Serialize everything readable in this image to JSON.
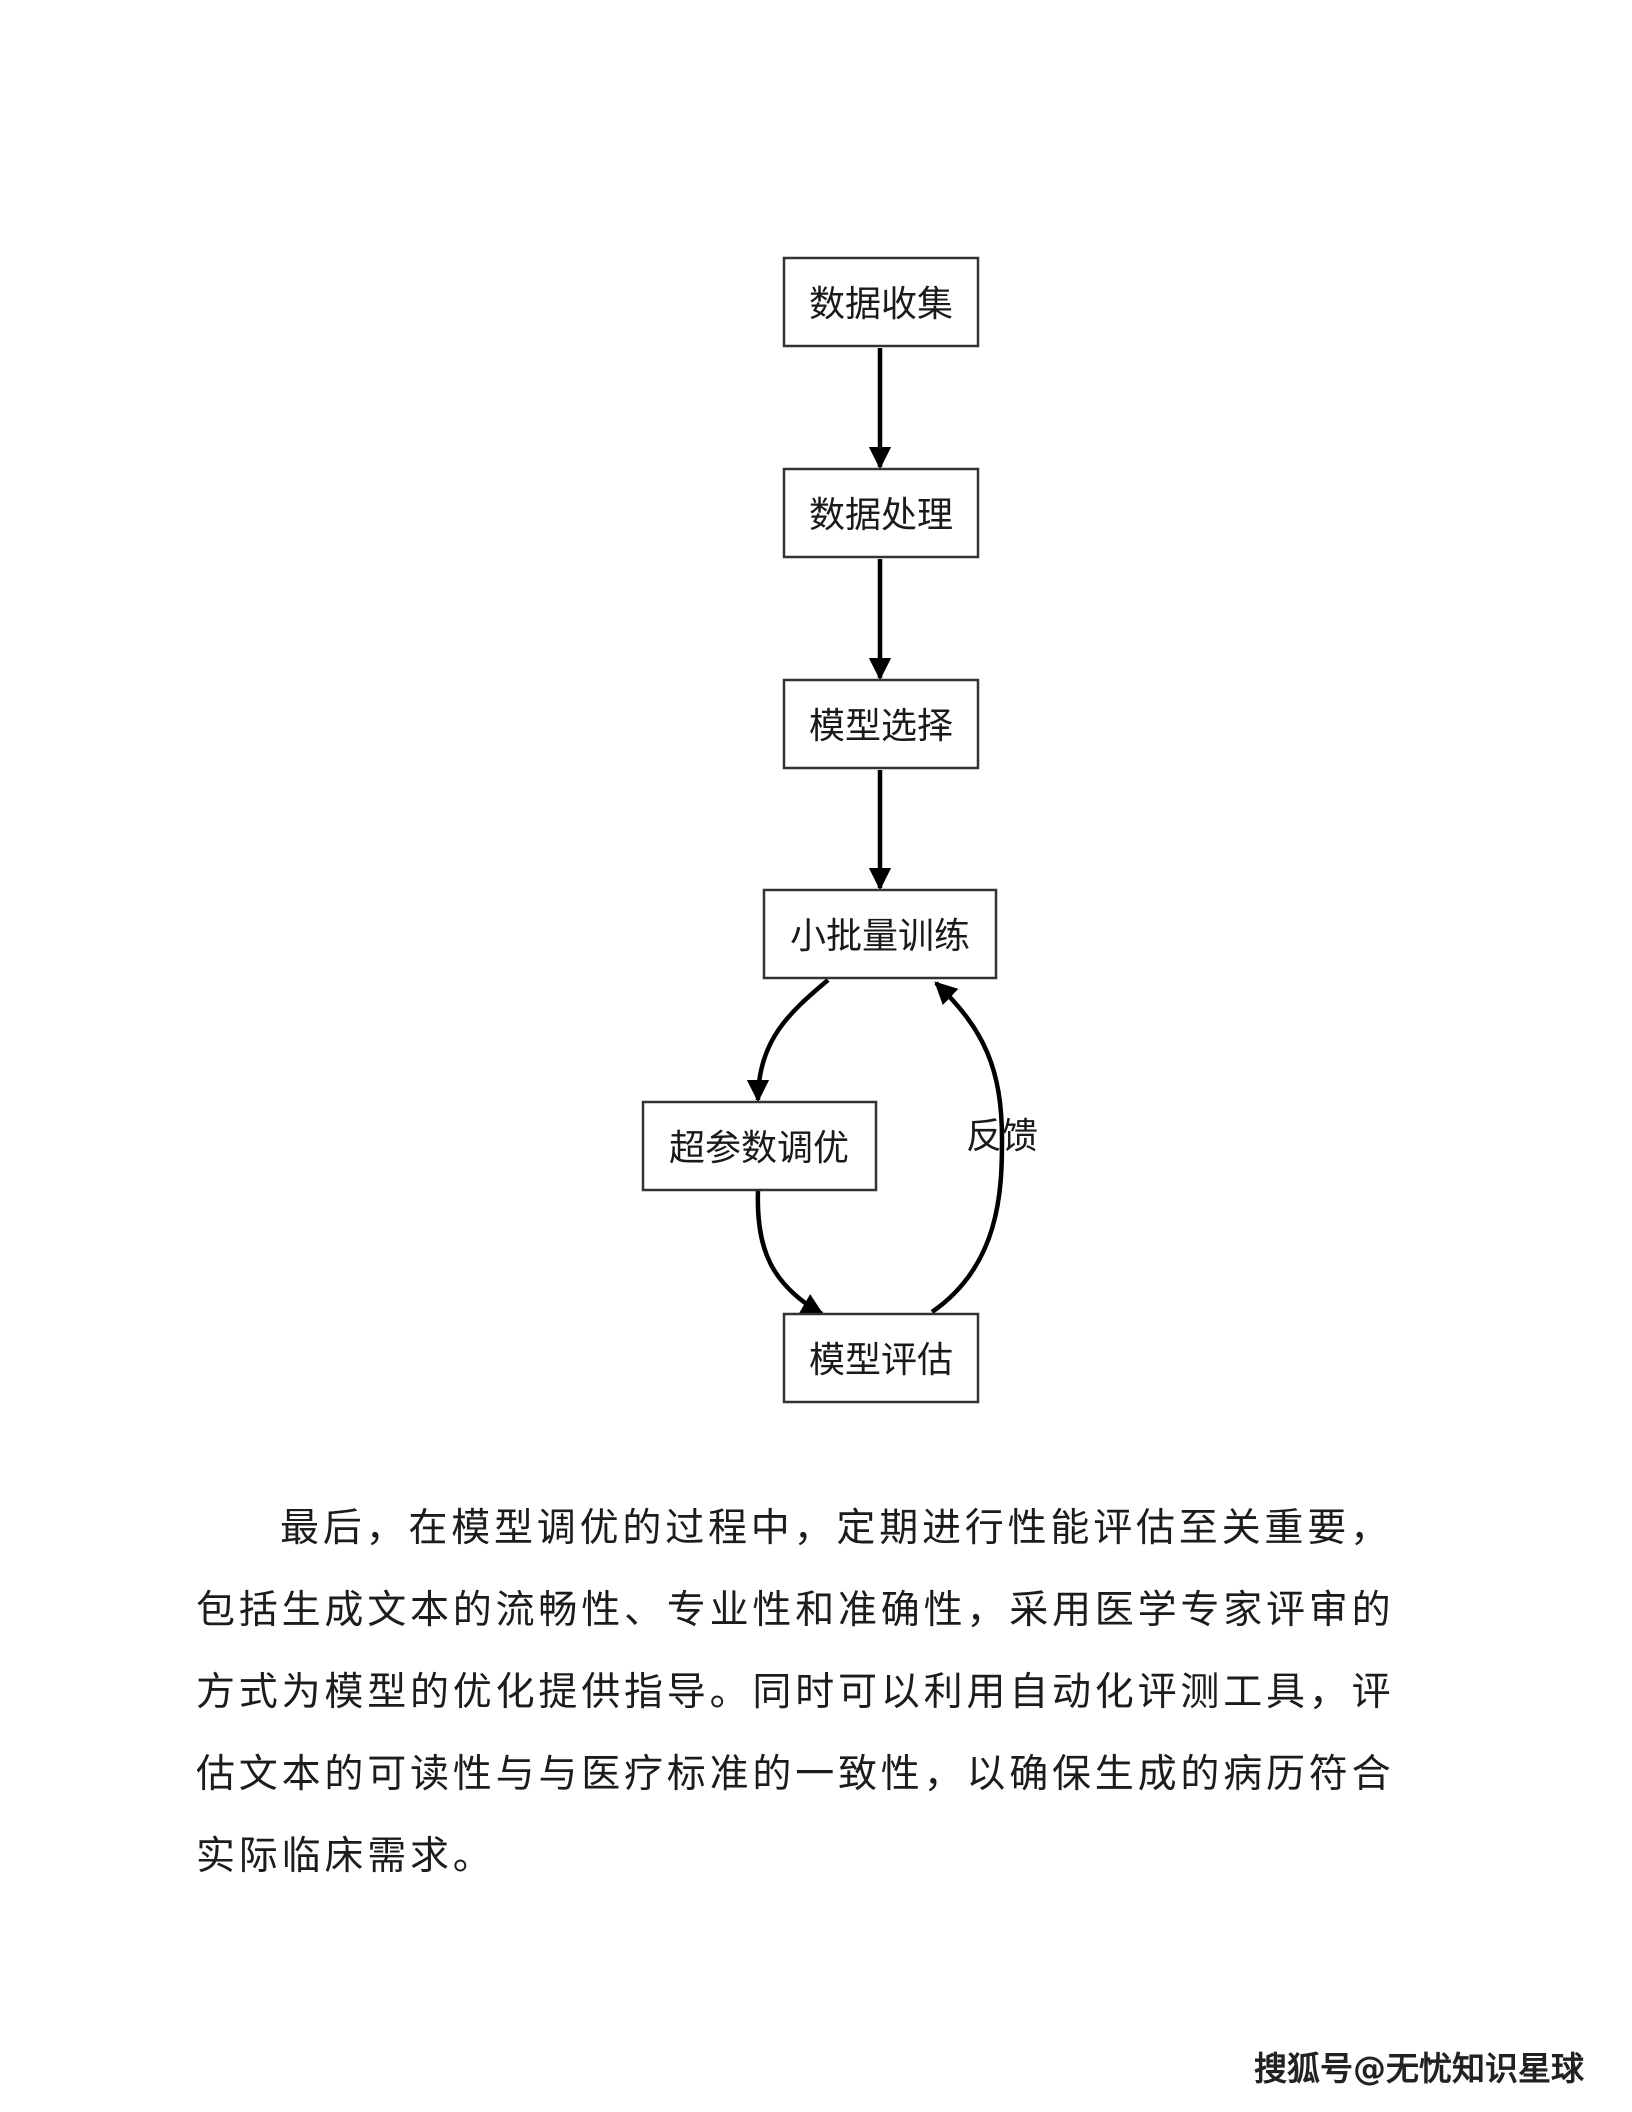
{
  "flowchart": {
    "nodes": {
      "data_collection": "数据收集",
      "data_processing": "数据处理",
      "model_selection": "模型选择",
      "mini_batch_training": "小批量训练",
      "hyperparameter_tuning": "超参数调优",
      "model_evaluation": "模型评估"
    },
    "edge_labels": {
      "feedback": "反馈"
    }
  },
  "paragraph": "最后，在模型调优的过程中，定期进行性能评估至关重要，包括生成文本的流畅性、专业性和准确性，采用医学专家评审的方式为模型的优化提供指导。同时可以利用自动化评测工具，评估文本的可读性与与医疗标准的一致性，以确保生成的病历符合实际临床需求。",
  "watermark": "搜狐号@无忧知识星球"
}
